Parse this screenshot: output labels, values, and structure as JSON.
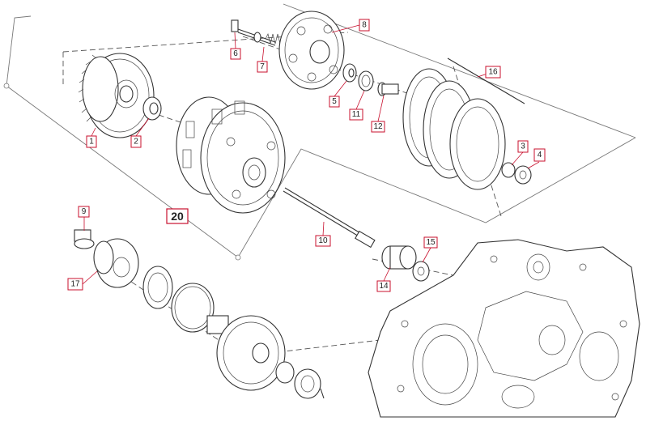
{
  "diagram": {
    "callouts": [
      {
        "id": "c1",
        "label": "1"
      },
      {
        "id": "c2",
        "label": "2"
      },
      {
        "id": "c3",
        "label": "3"
      },
      {
        "id": "c4",
        "label": "4"
      },
      {
        "id": "c5",
        "label": "5"
      },
      {
        "id": "c6",
        "label": "6"
      },
      {
        "id": "c7",
        "label": "7"
      },
      {
        "id": "c8",
        "label": "8"
      },
      {
        "id": "c9",
        "label": "9"
      },
      {
        "id": "c10",
        "label": "10"
      },
      {
        "id": "c11",
        "label": "11"
      },
      {
        "id": "c12",
        "label": "12"
      },
      {
        "id": "c14",
        "label": "14"
      },
      {
        "id": "c15",
        "label": "15"
      },
      {
        "id": "c16",
        "label": "16"
      },
      {
        "id": "c17",
        "label": "17"
      },
      {
        "id": "c20",
        "label": "20"
      }
    ],
    "colors": {
      "callout_border": "#c8102e",
      "line": "#333333"
    }
  }
}
